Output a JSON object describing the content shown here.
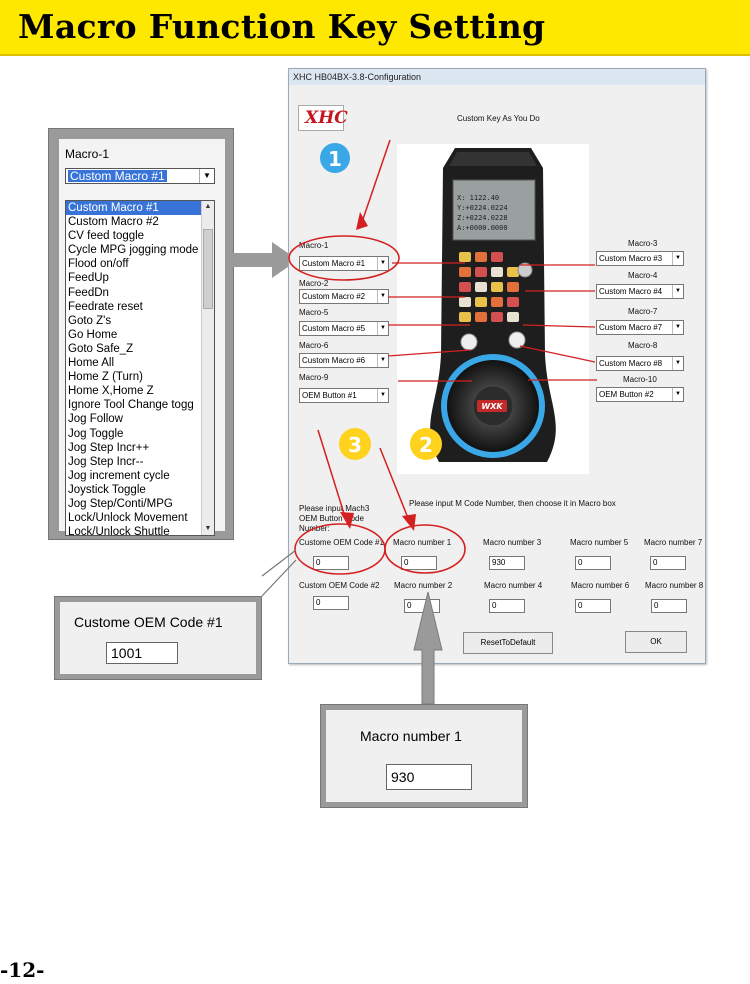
{
  "header": {
    "title": "Macro Function Key Setting"
  },
  "dropdown": {
    "label": "Macro-1",
    "selected": "Custom Macro #1",
    "items": [
      "Custom Macro #1",
      "Custom Macro #2",
      "CV feed toggle",
      "Cycle MPG jogging mode",
      "Flood on/off",
      "FeedUp",
      "FeedDn",
      "Feedrate reset",
      "Goto Z's",
      "Go Home",
      "Goto Safe_Z",
      "Home All",
      "Home Z (Turn)",
      "Home X,Home Z",
      "Ignore Tool Change togg",
      "Jog Follow",
      "Jog Toggle",
      "Jog Step Incr++",
      "Jog Step Incr--",
      "Jog increment cycle",
      "Joystick Toggle",
      "Jog Step/Conti/MPG",
      "Lock/Unlock Movement",
      "Lock/Unlock  Shuttle"
    ]
  },
  "window": {
    "title": "XHC HB04BX-3.8-Configuration",
    "logo": "XHC",
    "subtitle": "Custom Key As You Do",
    "left_macros": [
      {
        "label": "Macro-1",
        "value": "Custom Macro #1"
      },
      {
        "label": "Macro-2",
        "value": "Custom Macro #2"
      },
      {
        "label": "Macro-5",
        "value": "Custom Macro #5"
      },
      {
        "label": "Macro-6",
        "value": "Custom Macro #6"
      },
      {
        "label": "Macro-9",
        "value": "OEM Button #1"
      }
    ],
    "right_macros": [
      {
        "label": "Macro-3",
        "value": "Custom Macro #3"
      },
      {
        "label": "Macro-4",
        "value": "Custom Macro #4"
      },
      {
        "label": "Macro-7",
        "value": "Custom Macro #7"
      },
      {
        "label": "Macro-8",
        "value": "Custom Macro #8"
      },
      {
        "label": "Macro-10",
        "value": "OEM Button #2"
      }
    ],
    "oem_hint": "Please input Mach3 OEM Button Code Number:",
    "mcode_hint": "Please input M Code Number, then choose it in Macro box",
    "codes_row1": [
      {
        "label": "Custome OEM Code #1",
        "value": "0"
      },
      {
        "label": "Macro number 1",
        "value": "0"
      },
      {
        "label": "Macro number 3",
        "value": "930"
      },
      {
        "label": "Macro number 5",
        "value": "0"
      },
      {
        "label": "Macro number 7",
        "value": "0"
      }
    ],
    "codes_row2": [
      {
        "label": "Custom OEM Code #2",
        "value": "0"
      },
      {
        "label": "Macro number 2",
        "value": "0"
      },
      {
        "label": "Macro number 4",
        "value": "0"
      },
      {
        "label": "Macro number 6",
        "value": "0"
      },
      {
        "label": "Macro number 8",
        "value": "0"
      }
    ],
    "reset_label": "ResetToDefault",
    "ok_label": "OK"
  },
  "device": {
    "screen_lines": [
      "X: 1122.40",
      "Y:+0224.0224",
      "Z:+0224.0228",
      "A:+0000.0000"
    ],
    "wheel_brand": "WXK"
  },
  "steps": [
    "1",
    "2",
    "3"
  ],
  "callout_oem": {
    "label": "Custome OEM Code #1",
    "value": "1001"
  },
  "callout_macro": {
    "label": "Macro number 1",
    "value": "930"
  },
  "page_number": "-12-",
  "colors": {
    "banner": "#ffe800",
    "callout_red": "#d42020",
    "step_blue": "#3aa7e6",
    "step_yellow": "#ffd21e",
    "arrow_gray": "#9a9a9a"
  }
}
